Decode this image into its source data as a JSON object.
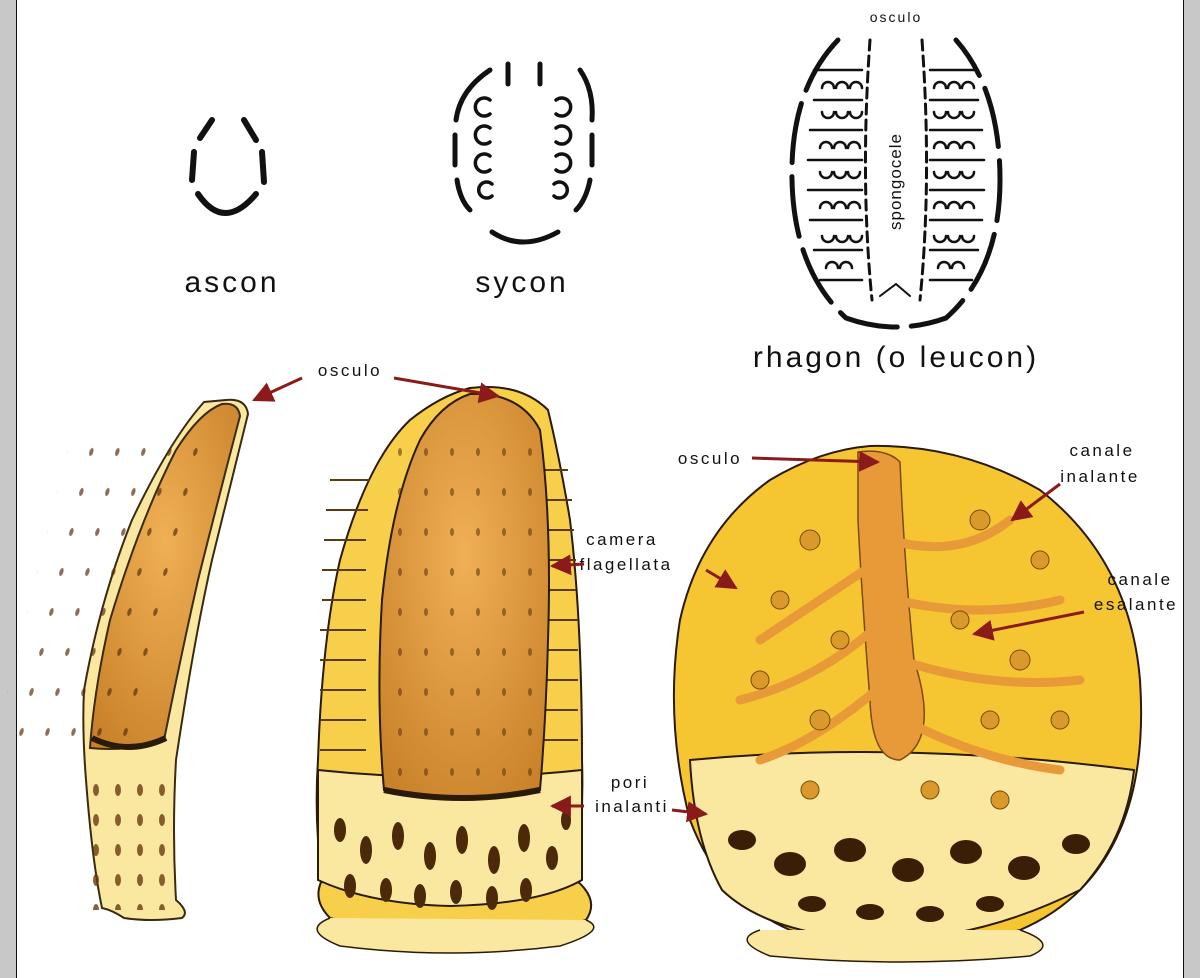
{
  "labels": {
    "ascon": "ascon",
    "sycon": "sycon",
    "rhagon": "rhagon (o leucon)",
    "osculo_top": "osculo",
    "spongocele": "spongocele",
    "osculo_mid": "osculo",
    "osculo_right": "osculo",
    "camera_1": "camera",
    "camera_2": "flagellata",
    "pori_1": "pori",
    "pori_2": "inalanti",
    "canale_in_1": "canale",
    "canale_in_2": "inalante",
    "canale_es_1": "canale",
    "canale_es_2": "esalante"
  },
  "colors": {
    "background": "#ffffff",
    "frame": "#c8c8c8",
    "cream": "#fbeaa8",
    "yellow": "#f5c631",
    "orange": "#e8a13c",
    "dark": "#111111",
    "arrow": "#8b1a1a"
  }
}
